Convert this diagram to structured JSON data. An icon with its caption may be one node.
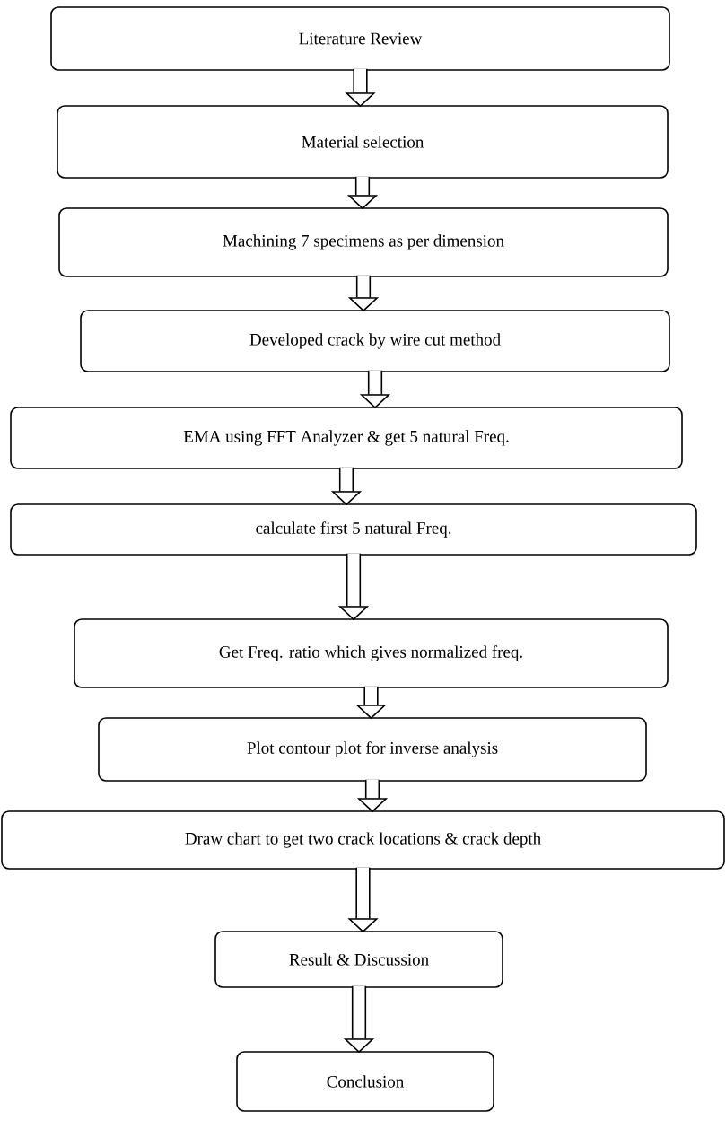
{
  "diagram": {
    "nodes": [
      {
        "text": [
          "Literature Review"
        ]
      },
      {
        "text": [
          "Material selection"
        ]
      },
      {
        "text": [
          "Machining 7 specimens as per dimension"
        ]
      },
      {
        "text": [
          "Developed crack by wire cut method"
        ]
      },
      {
        "text": [
          "EMA using FFT Analyzer & get 5 natural Freq."
        ]
      },
      {
        "text": [
          "calculate first 5 natural Freq."
        ]
      },
      {
        "text": [
          "Get Freq. ratio which gives normalized freq."
        ]
      },
      {
        "text": [
          "Plot contour plot for inverse analysis"
        ]
      },
      {
        "text": [
          "Draw chart to get two crack locations & crack depth"
        ]
      },
      {
        "text": [
          "Result & Discussion"
        ]
      },
      {
        "text": [
          "Conclusion"
        ]
      }
    ],
    "edges": [
      {
        "from": 0,
        "to": 1,
        "arrow": "to"
      },
      {
        "from": 1,
        "to": 2,
        "arrow": "to"
      },
      {
        "from": 2,
        "to": 3,
        "arrow": "to"
      },
      {
        "from": 3,
        "to": 4,
        "arrow": "to"
      },
      {
        "from": 4,
        "to": 5,
        "arrow": "to"
      },
      {
        "from": 5,
        "to": 6,
        "arrow": "to"
      },
      {
        "from": 6,
        "to": 7,
        "arrow": "to"
      },
      {
        "from": 7,
        "to": 8,
        "arrow": "to"
      },
      {
        "from": 8,
        "to": 9,
        "arrow": "to"
      },
      {
        "from": 9,
        "to": 10,
        "arrow": "to"
      }
    ]
  }
}
